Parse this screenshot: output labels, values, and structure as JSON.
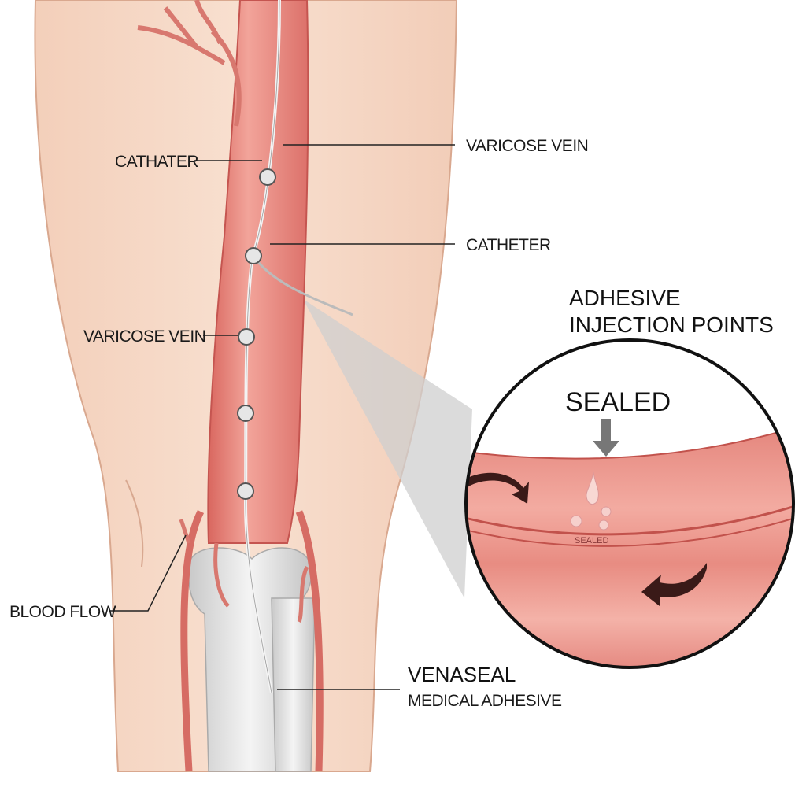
{
  "labels": {
    "cathater_left": "CATHATER",
    "varicose_vein_right": "VARICOSE VEIN",
    "catheter_right": "CATHETER",
    "varicose_vein_left": "VARICOSE VEIN",
    "blood_flow": "BLOOD FLOW",
    "venaseal": "VENASEAL",
    "medical_adhesive": "MEDICAL ADHESIVE"
  },
  "inset": {
    "title_line1": "ADHESIVE",
    "title_line2": "INJECTION POINTS",
    "sealed_heading": "SEALED",
    "sealed_small": "SEALED"
  },
  "colors": {
    "skin": "#f6d8c6",
    "vein": "#e8867c",
    "vein_dark": "#c85a55",
    "bone": "#dcdcdc"
  }
}
